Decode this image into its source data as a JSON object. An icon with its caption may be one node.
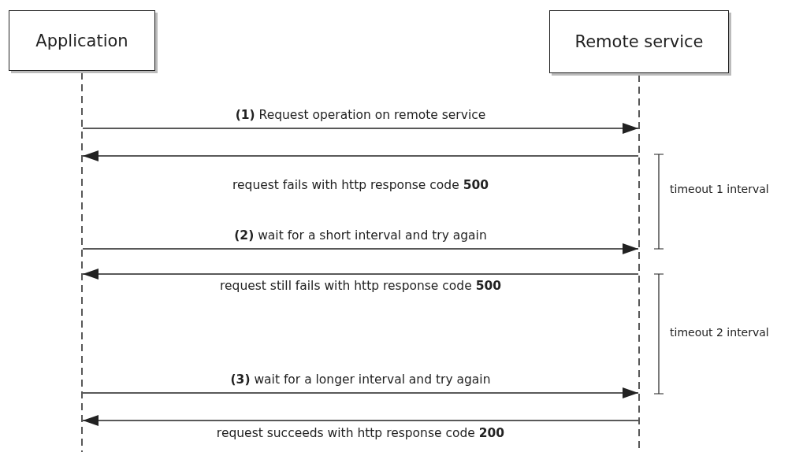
{
  "diagram": {
    "nodes": [
      {
        "text": [
          "Application"
        ]
      },
      {
        "text": [
          "Remote service"
        ]
      }
    ],
    "edges": [
      {
        "from": 0,
        "to": 1,
        "arrow": "to",
        "label": "**(1)** Request operation on remote service"
      },
      {
        "from": 1,
        "to": 0,
        "arrow": "to",
        "label": "request fails with http response code **500**"
      },
      {
        "from": 0,
        "to": 1,
        "arrow": "to",
        "label": "**(2)** wait for a short interval and try again"
      },
      {
        "from": 1,
        "to": 0,
        "arrow": "to",
        "label": "request still fails with http response code **500**"
      },
      {
        "from": 0,
        "to": 1,
        "arrow": "to",
        "label": "**(3)** wait for a longer interval and try again"
      },
      {
        "from": 1,
        "to": 0,
        "arrow": "to",
        "label": "request succeeds with http response code **200**"
      }
    ],
    "labels": [
      "timeout 1 interval",
      "timeout 2 interval"
    ]
  }
}
